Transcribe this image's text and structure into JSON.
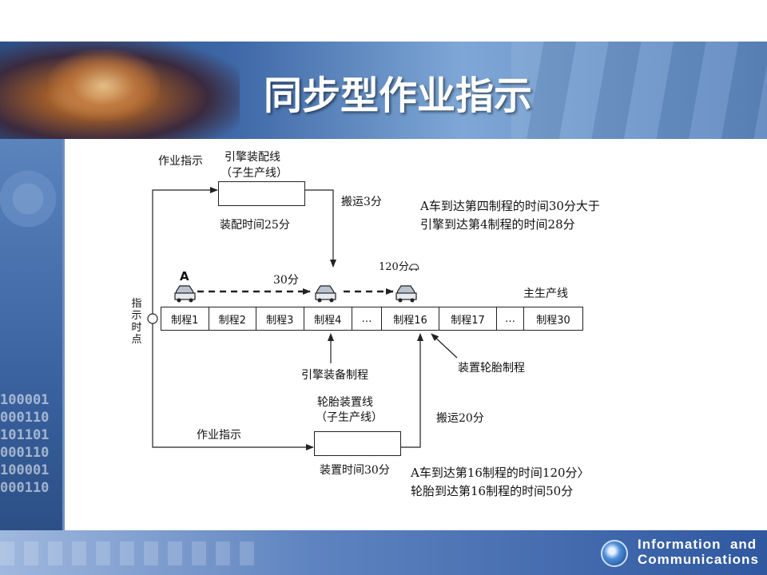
{
  "slide_title": "同步型作业指示",
  "footer": {
    "line1": "Information  and",
    "line2": "Communications"
  },
  "binary_text": [
    "100001",
    "000110",
    "101101",
    "000110",
    "100001",
    "000110"
  ],
  "labels": {
    "work_instruction_top": "作业指示",
    "engine_line_name": "引擎装配线",
    "engine_line_sub": "（子生产线）",
    "engine_assembly_time": "装配时间25分",
    "transport_3": "搬运3分",
    "note1_line1": "A车到达第四制程的时间30分大于",
    "note1_line2": "引擎到达第4制程的时间28分",
    "car_a": "A",
    "time_30": "30分",
    "time_120": "120分",
    "main_line": "主生产线",
    "instruction_time_point": [
      "指",
      "示",
      "时",
      "点"
    ],
    "engine_equip_process": "引擎装备制程",
    "tire_mount_process": "装置轮胎制程",
    "tire_line_name": "轮胎装置线",
    "tire_line_sub": "（子生产线）",
    "transport_20": "搬运20分",
    "work_instruction_bottom": "作业指示",
    "tire_mount_time": "装置时间30分",
    "note2_line1": "A车到达第16制程的时间120分〉",
    "note2_line2": "轮胎到达第16制程的时间50分"
  },
  "main_line_left": [
    "制程1",
    "制程2",
    "制程3",
    "制程4"
  ],
  "ellipsis_mid": "…",
  "main_line_right": [
    "制程16",
    "制程17",
    "…",
    "制程30"
  ]
}
